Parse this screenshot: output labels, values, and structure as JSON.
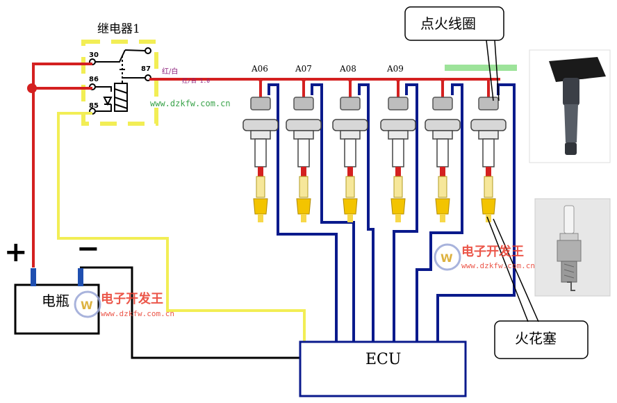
{
  "relay": {
    "title": "继电器1",
    "pins": [
      "30",
      "87",
      "86",
      "85"
    ]
  },
  "battery": {
    "label": "电瓶",
    "plus": "+",
    "minus": "−"
  },
  "ecu": {
    "label": "ECU"
  },
  "wires": {
    "relay_out_label": "红/白",
    "bus_label": "红/白 1.0"
  },
  "cylinders": [
    {
      "label": "A06"
    },
    {
      "label": "A07"
    },
    {
      "label": "A08"
    },
    {
      "label": "A09"
    },
    {
      "label": ""
    },
    {
      "label": ""
    }
  ],
  "callouts": {
    "coil": "点火线圈",
    "plug": "火花塞"
  },
  "watermark": {
    "url": "www.dzkfw.com.cn",
    "brand": "电子开发王"
  },
  "colors": {
    "power_wire": "#d42020",
    "ground_wire": "#000000",
    "signal_wire": "#0a1a8c",
    "relay_ctrl_wire": "#f2ee55",
    "plug_tip": "#f3c400",
    "coil_body": "#8a8a8a"
  }
}
